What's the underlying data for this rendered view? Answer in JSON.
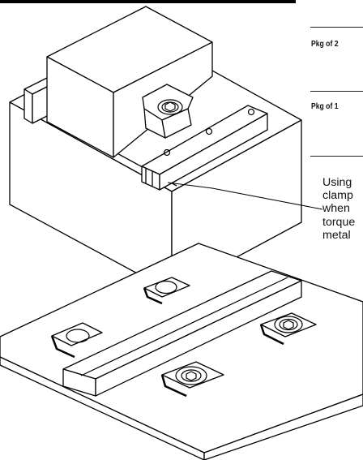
{
  "sidebar": {
    "pkg_a": "Pkg of 2",
    "pkg_b": "Pkg of 1",
    "description_lines": [
      "Using",
      "clamp",
      "when",
      "torque",
      "metal"
    ]
  },
  "colors": {
    "ink": "#000000",
    "background": "#ffffff"
  }
}
